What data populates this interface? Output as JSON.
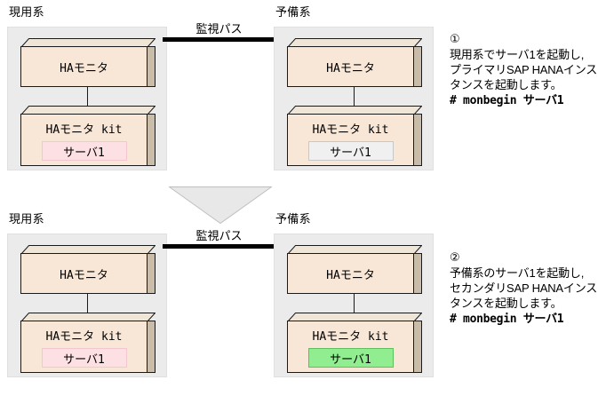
{
  "diagram": {
    "title_absent": true,
    "monitoring_path_label": "監視パス",
    "flow_arrow_icon": "down-arrow-icon",
    "colors": {
      "box_front": "#f8e7d6",
      "box_top": "#e6dac6",
      "box_side": "#c9bda9",
      "panel_bg": "#ebebeb",
      "primary_chip": "#fce0e4",
      "idle_chip": "#f0f0f0",
      "secondary_chip": "#90ee90",
      "path_line": "#000000"
    },
    "sections": [
      {
        "id": "step-1",
        "left_panel": {
          "system_label": "現用系",
          "monitor_label": "HAモニタ",
          "kit_label": "HAモニタ kit",
          "server_chip": "サーバ1",
          "server_state": "state-primary"
        },
        "right_panel": {
          "system_label": "予備系",
          "monitor_label": "HAモニタ",
          "kit_label": "HAモニタ kit",
          "server_chip": "サーバ1",
          "server_state": "state-idle"
        }
      },
      {
        "id": "step-2",
        "left_panel": {
          "system_label": "現用系",
          "monitor_label": "HAモニタ",
          "kit_label": "HAモニタ kit",
          "server_chip": "サーバ1",
          "server_state": "state-primary"
        },
        "right_panel": {
          "system_label": "予備系",
          "monitor_label": "HAモニタ",
          "kit_label": "HAモニタ kit",
          "server_chip": "サーバ1",
          "server_state": "state-secondary"
        }
      }
    ],
    "annotations": [
      {
        "number": "①",
        "line1": "現用系でサーバ1を起動し,",
        "line2": "プライマリSAP HANAインス",
        "line3": "タンスを起動します。",
        "command": "# monbegin サーバ1"
      },
      {
        "number": "②",
        "line1": "予備系のサーバ1を起動し,",
        "line2": "セカンダリSAP HANAインス",
        "line3": "タンスを起動します。",
        "command": "# monbegin サーバ1"
      }
    ]
  }
}
